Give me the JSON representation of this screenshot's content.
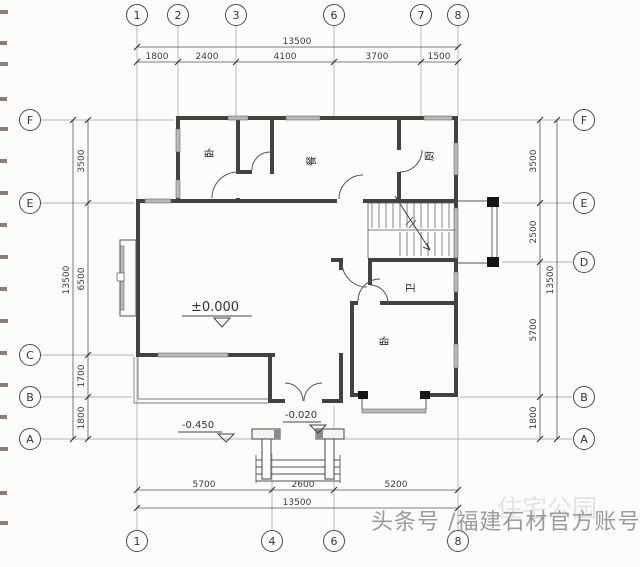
{
  "drawing": {
    "type": "residential-floor-plan"
  },
  "grid_bubbles": {
    "top": [
      "1",
      "2",
      "3",
      "6",
      "7",
      "8"
    ],
    "bottom": [
      "1",
      "4",
      "6",
      "8"
    ],
    "left": [
      "F",
      "E",
      "C",
      "B",
      "A"
    ],
    "right": [
      "F",
      "E",
      "D",
      "B",
      "A"
    ]
  },
  "dims": {
    "top": {
      "total": "13500",
      "segments": [
        "1800",
        "2400",
        "4100",
        "3700",
        "1500"
      ]
    },
    "bottom": {
      "total": "13500",
      "segments": [
        "5700",
        "2600",
        "5200"
      ]
    },
    "left": {
      "total": "13500",
      "segments": [
        "3500",
        "6500",
        "1700",
        "1800"
      ]
    },
    "right": {
      "total": "13500",
      "segments": [
        "3500",
        "2500",
        "5700",
        "1800"
      ]
    }
  },
  "rooms": {
    "bedroom_top": "卧",
    "dining": "餐",
    "kitchen": "厨",
    "bath": "卫",
    "bedroom_bottom": "卧"
  },
  "levels": {
    "main": "±0.000",
    "terrace": "-0.450",
    "entry": "-0.020"
  },
  "watermark": {
    "main": "头条号 /福建石材官方账号",
    "faint": "住宅公园"
  },
  "colors": {
    "wall": "#424242",
    "grid": "#9a9a9a",
    "window": "#b9b9b9",
    "watermark": "#9b9b9b"
  }
}
